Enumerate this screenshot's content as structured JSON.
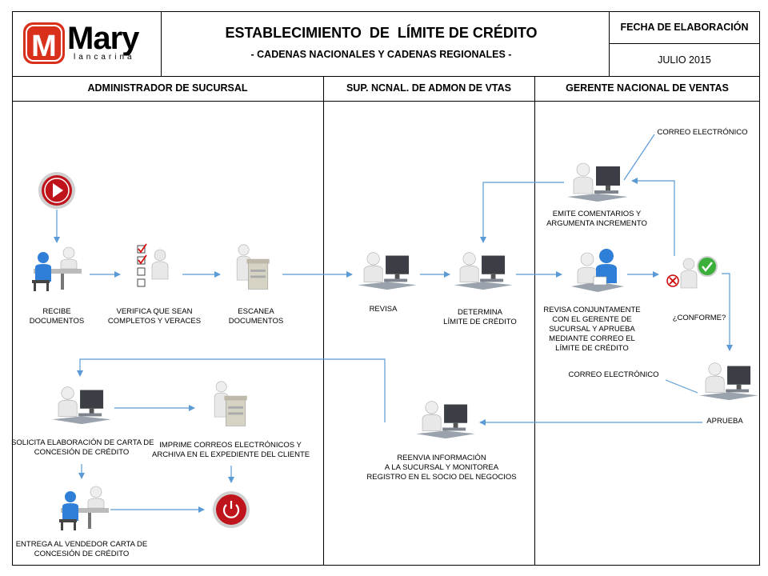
{
  "header": {
    "logo_main": "Mary",
    "logo_sub": "lancarina",
    "title": "ESTABLECIMIENTO  DE  LÍMITE DE CRÉDITO",
    "subtitle": "- CADENAS NACIONALES Y CADENAS REGIONALES -",
    "date_label": "FECHA DE ELABORACIÓN",
    "date_value": "JULIO 2015"
  },
  "lanes": [
    "ADMINISTRADOR DE SUCURSAL",
    "SUP. NCNAL. DE ADMON DE VTAS",
    "GERENTE NACIONAL DE VENTAS"
  ],
  "steps": {
    "recibe": "RECIBE\nDOCUMENTOS",
    "verifica": "VERIFICA QUE SEAN\nCOMPLETOS Y VERACES",
    "escanea": "ESCANEA\nDOCUMENTOS",
    "revisa": "REVISA",
    "determina": "DETERMINA\nLÍMITE DE CRÉDITO",
    "revisa_conj": "REVISA CONJUNTAMENTE\nCON EL GERENTE DE\nSUCURSAL Y APRUEBA\nMEDIANTE CORREO EL\nLÍMITE DE CRÉDITO",
    "emite": "EMITE COMENTARIOS Y\nARGUMENTA INCREMENTO",
    "correo1": "CORREO ELECTRÓNICO",
    "conforme": "¿CONFORME?",
    "correo2": "CORREO ELECTRÓNICO",
    "aprueba": "APRUEBA",
    "reenvia": "REENVIA INFORMACIÓN\nA LA SUCURSAL Y MONITOREA\nREGISTRO EN EL SOCIO DEL NEGOCIOS",
    "solicita": "SOLICITA ELABORACIÓN DE CARTA DE\nCONCESIÓN DE CRÉDITO",
    "imprime": "IMPRIME CORREOS ELECTRÓNICOS Y\nARCHIVA EN EL EXPEDIENTE DEL CLIENTE",
    "entrega": "ENTREGA AL VENDEDOR CARTA DE\nCONCESIÓN DE CRÉDITO"
  },
  "colors": {
    "arrow": "#5b9bd5",
    "brand_red": "#d9301c",
    "start_red": "#c0141c"
  }
}
